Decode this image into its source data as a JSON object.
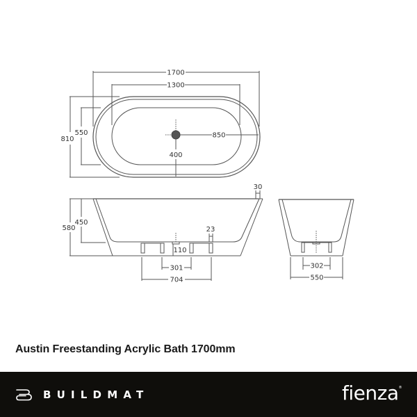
{
  "drawing": {
    "plan_view": {
      "overall_length": "1700",
      "inner_length": "1300",
      "overall_width": "810",
      "inner_width": "550",
      "waste_to_end": "850",
      "waste_to_side": "400"
    },
    "side_view": {
      "rim_thickness": "30",
      "overall_height": "580",
      "inner_depth": "450",
      "leg_width": "23",
      "waste_height": "110",
      "inner_leg_spacing": "301",
      "outer_leg_spacing": "704"
    },
    "end_view": {
      "leg_spacing": "302",
      "base_width": "550"
    },
    "line_color": "#555555"
  },
  "product": {
    "title": "Austin Freestanding Acrylic Bath 1700mm"
  },
  "footer": {
    "brand": "BUILDMAT",
    "brand_logo_icon": "buildmat-b-logo-icon",
    "partner": "fienza",
    "partner_mark": "®",
    "background": "#0f0e0b"
  }
}
